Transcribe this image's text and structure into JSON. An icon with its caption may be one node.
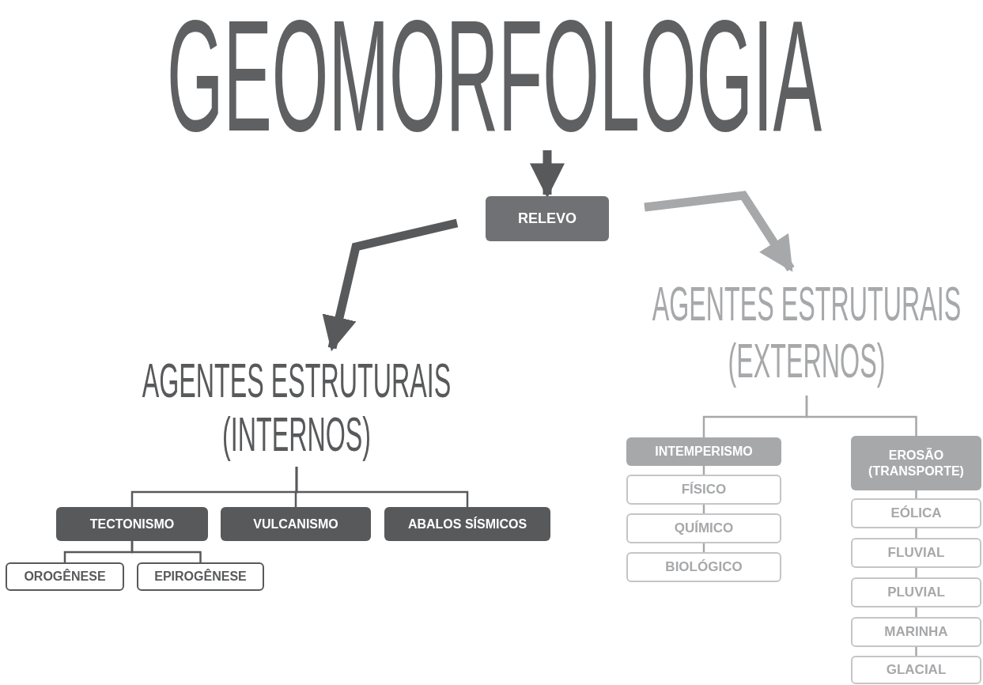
{
  "diagram": {
    "nodes": [
      {
        "text": [
          "GEOMORFOLOGIA"
        ]
      },
      {
        "text": [
          "RELEVO"
        ]
      },
      {
        "text": [
          "AGENTES ESTRUTURAIS (INTERNOS)"
        ]
      },
      {
        "text": [
          "AGENTES ESTRUTURAIS (EXTERNOS)"
        ]
      },
      {
        "text": [
          "TECTONISMO"
        ]
      },
      {
        "text": [
          "VULCANISMO"
        ]
      },
      {
        "text": [
          "ABALOS SÍSMICOS"
        ]
      },
      {
        "text": [
          "OROGÊNESE"
        ]
      },
      {
        "text": [
          "EPIROGÊNESE"
        ]
      },
      {
        "text": [
          "INTEMPERISMO"
        ]
      },
      {
        "text": [
          "FÍSICO"
        ]
      },
      {
        "text": [
          "QUÍMICO"
        ]
      },
      {
        "text": [
          "BIOLÓGICO"
        ]
      },
      {
        "text": [
          "EROSÃO (TRANSPORTE)"
        ]
      },
      {
        "text": [
          "EÓLICA"
        ]
      },
      {
        "text": [
          "FLUVIAL"
        ]
      },
      {
        "text": [
          "PLUVIAL"
        ]
      },
      {
        "text": [
          "MARINHA"
        ]
      },
      {
        "text": [
          "GLACIAL"
        ]
      }
    ],
    "edges": [
      {
        "from": 0,
        "to": 1,
        "arrow": "to",
        "style": "thick",
        "color": "#58595b"
      },
      {
        "from": 1,
        "to": 2,
        "arrow": "to",
        "style": "thick",
        "color": "#58595b"
      },
      {
        "from": 1,
        "to": 3,
        "arrow": "to",
        "style": "thick"
      },
      {
        "from": 2,
        "to": 4,
        "arrow": "none",
        "color": "#58595b"
      },
      {
        "from": 2,
        "to": 5,
        "arrow": "none",
        "color": "#58595b"
      },
      {
        "from": 2,
        "to": 6,
        "arrow": "none",
        "color": "#58595b"
      },
      {
        "from": 4,
        "to": 7,
        "arrow": "none",
        "color": "#58595b"
      },
      {
        "from": 4,
        "to": 8,
        "arrow": "none",
        "color": "#58595b"
      },
      {
        "from": 3,
        "to": 9,
        "arrow": "none"
      },
      {
        "from": 3,
        "to": 13,
        "arrow": "none"
      },
      {
        "from": 9,
        "to": 10,
        "arrow": "none"
      },
      {
        "from": 10,
        "to": 11,
        "arrow": "none"
      },
      {
        "from": 11,
        "to": 12,
        "arrow": "none"
      },
      {
        "from": 13,
        "to": 14,
        "arrow": "none"
      },
      {
        "from": 14,
        "to": 15,
        "arrow": "none"
      },
      {
        "from": 15,
        "to": 16,
        "arrow": "none"
      },
      {
        "from": 16,
        "to": 17,
        "arrow": "none"
      },
      {
        "from": 17,
        "to": 18,
        "arrow": "none"
      }
    ]
  }
}
